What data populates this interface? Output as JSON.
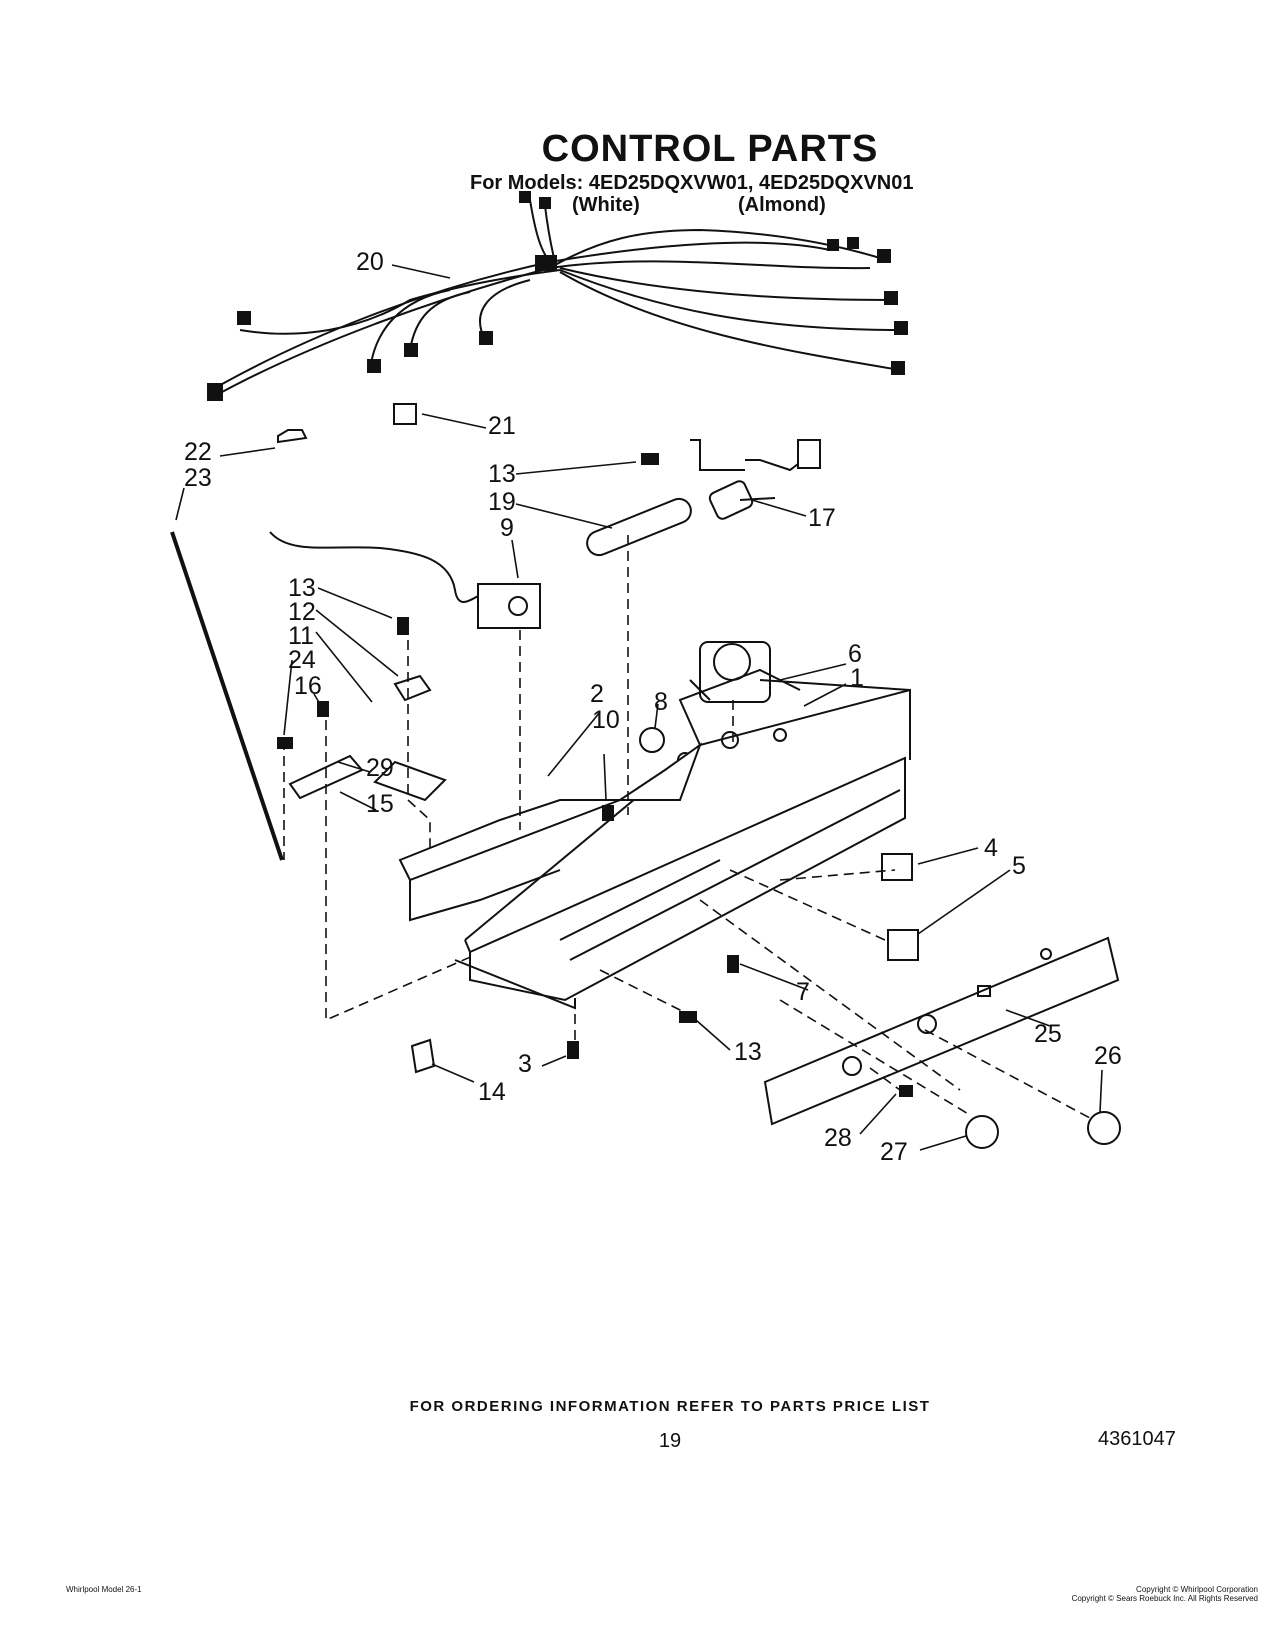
{
  "header": {
    "title": "CONTROL PARTS",
    "models_line": "For Models: 4ED25DQXVW01, 4ED25DQXVN01",
    "variant_white": "(White)",
    "variant_almond": "(Almond)"
  },
  "callouts": [
    "20",
    "21",
    "22",
    "23",
    "13",
    "19",
    "17",
    "9",
    "13",
    "12",
    "11",
    "24",
    "16",
    "29",
    "15",
    "2",
    "10",
    "8",
    "6",
    "1",
    "4",
    "5",
    "7",
    "25",
    "26",
    "3",
    "13",
    "14",
    "28",
    "27"
  ],
  "footer": {
    "ordering_note": "FOR ORDERING INFORMATION REFER TO PARTS PRICE LIST",
    "page_number": "19",
    "doc_number": "4361047",
    "fine_print_left": "Whirlpool Model 26-1",
    "fine_print_right_1": "Copyright © Whirlpool Corporation",
    "fine_print_right_2": "Copyright © Sears Roebuck Inc. All Rights Reserved"
  }
}
